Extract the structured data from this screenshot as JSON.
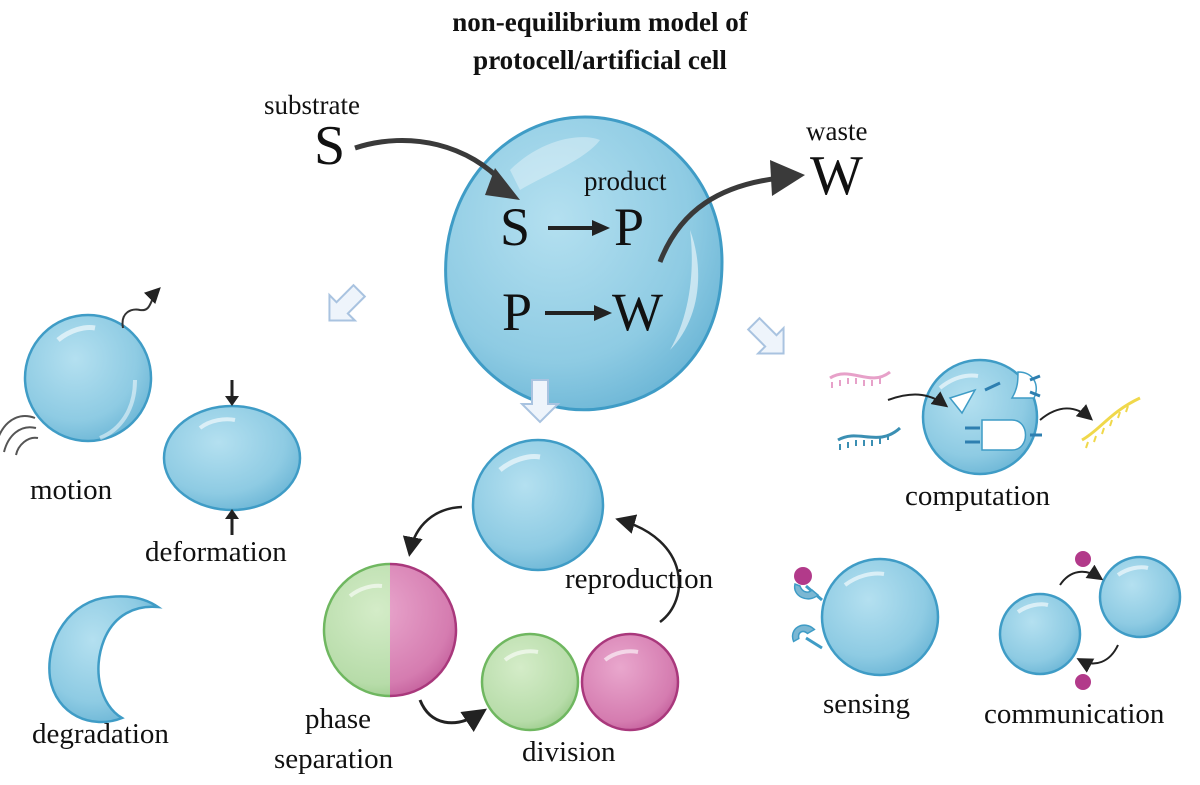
{
  "title": {
    "line1": "non-equilibrium model of",
    "line2": "protocell/artificial cell"
  },
  "main_cell": {
    "substrate_label": "substrate",
    "substrate_symbol": "S",
    "waste_label": "waste",
    "waste_symbol": "W",
    "product_label": "product",
    "reaction1_left": "S",
    "reaction1_right": "P",
    "reaction2_left": "P",
    "reaction2_right": "W"
  },
  "behaviors": {
    "motion": "motion",
    "deformation": "deformation",
    "degradation": "degradation",
    "reproduction": "reproduction",
    "phase_separation_line1": "phase",
    "phase_separation_line2": "separation",
    "division": "division",
    "computation": "computation",
    "sensing": "sensing",
    "communication": "communication"
  },
  "colors": {
    "cell_fill": "#8ecbe3",
    "cell_stroke": "#3f9cc6",
    "green_fill": "#b7dca9",
    "green_stroke": "#6fb760",
    "pink_fill": "#d57cb0",
    "pink_stroke": "#a9387c",
    "arrow_fill": "#eef4fb",
    "arrow_stroke": "#a9c3e0",
    "dark_arrow": "#3a3a3a",
    "magenta_dot": "#b23a8a",
    "yellow_strand": "#f0d84b",
    "pink_strand": "#e7a1c9",
    "teal_strand": "#3b8fb3"
  }
}
